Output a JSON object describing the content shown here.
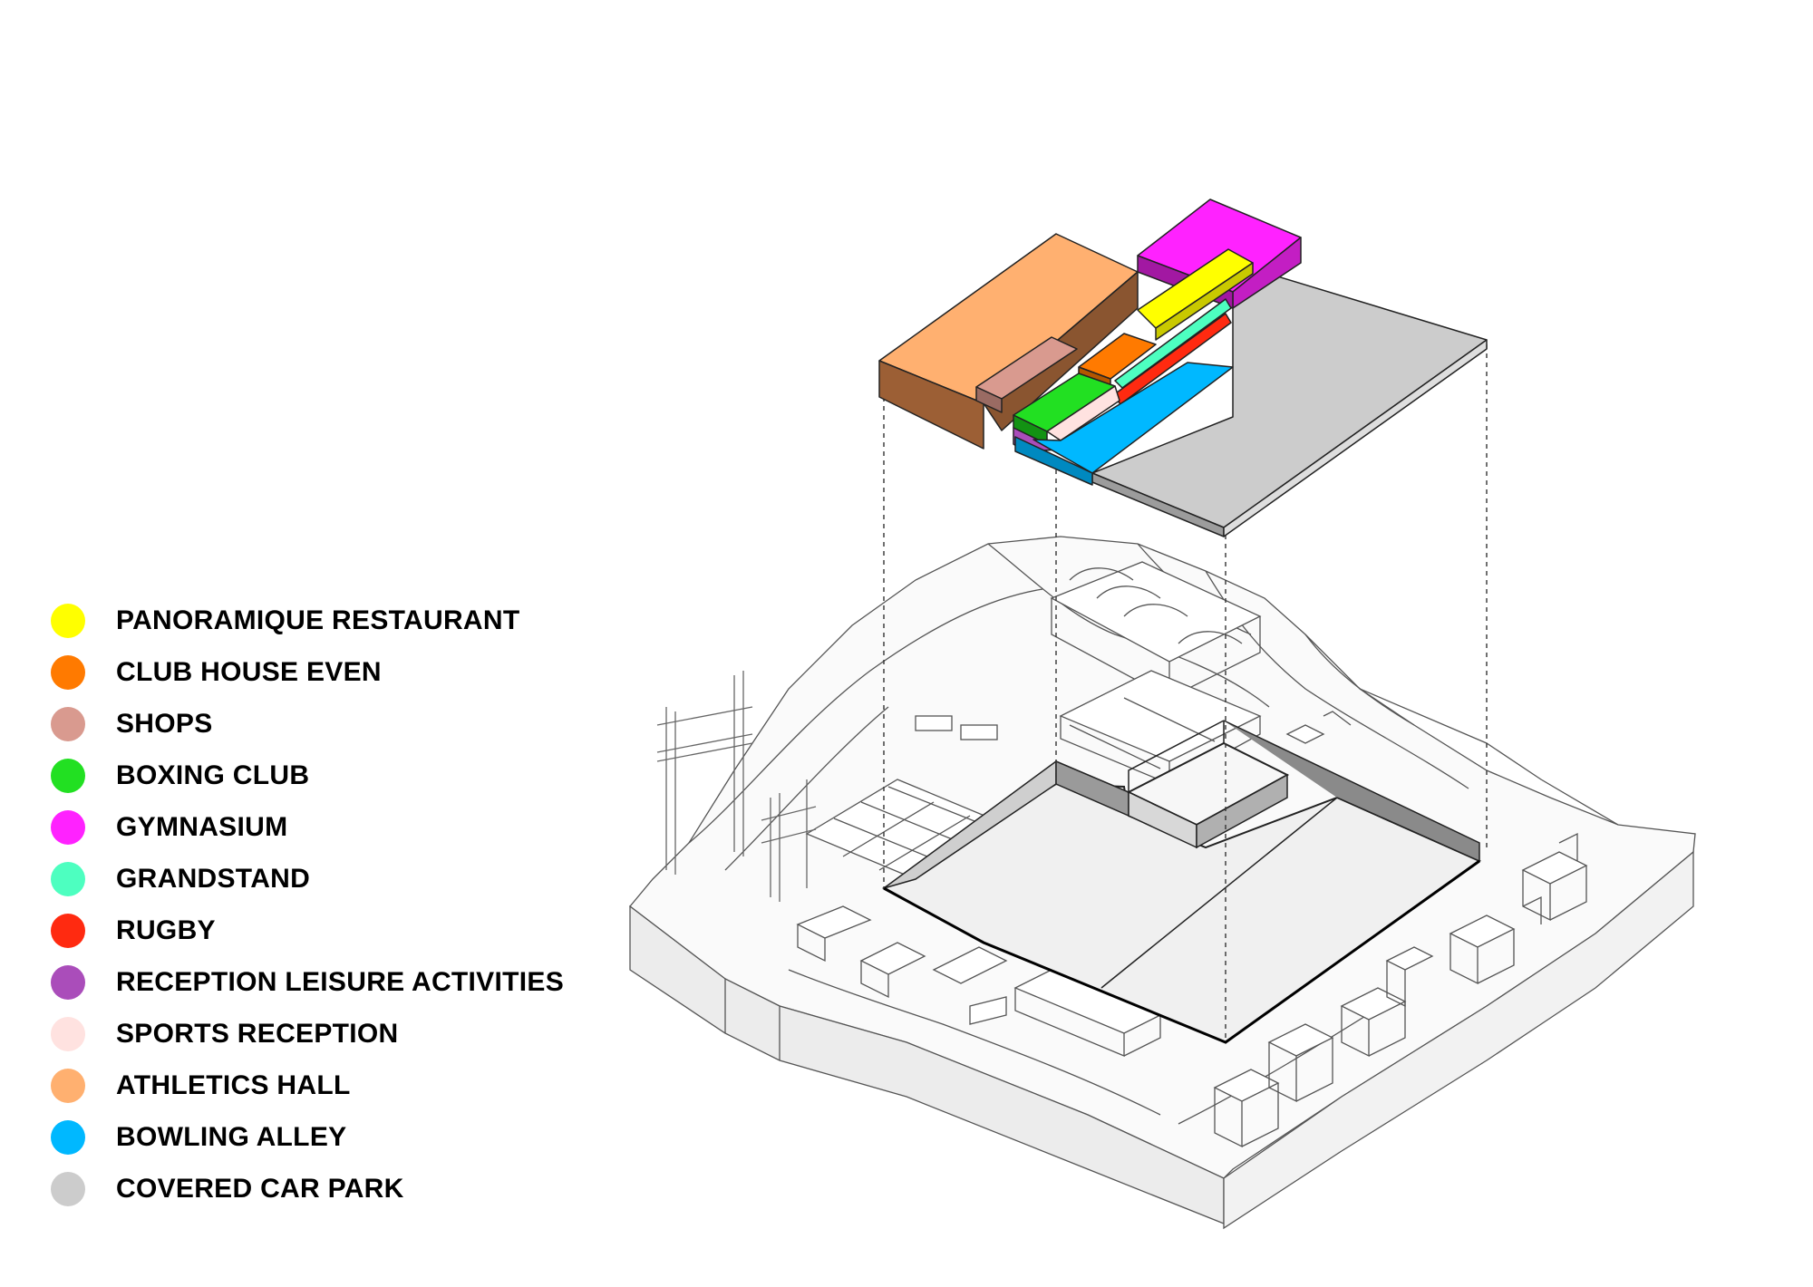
{
  "legend": [
    {
      "label": "PANORAMIQUE RESTAURANT",
      "color": "#ffff00",
      "key": "restaurant"
    },
    {
      "label": "CLUB HOUSE EVEN",
      "color": "#ff7a00",
      "key": "clubhouse"
    },
    {
      "label": "SHOPS",
      "color": "#d99a8f",
      "key": "shops"
    },
    {
      "label": "BOXING CLUB",
      "color": "#22e022",
      "key": "boxing"
    },
    {
      "label": "GYMNASIUM",
      "color": "#ff22ff",
      "key": "gymnasium"
    },
    {
      "label": "GRANDSTAND",
      "color": "#4dffc0",
      "key": "grandstand"
    },
    {
      "label": "RUGBY",
      "color": "#ff2a10",
      "key": "rugby"
    },
    {
      "label": "RECEPTION LEISURE ACTIVITIES",
      "color": "#aa4dba",
      "key": "reception"
    },
    {
      "label": "SPORTS RECEPTION",
      "color": "#ffe2e0",
      "key": "sports_reception"
    },
    {
      "label": "ATHLETICS HALL",
      "color": "#ffb070",
      "key": "athletics"
    },
    {
      "label": "BOWLING ALLEY",
      "color": "#00b8ff",
      "key": "bowling"
    },
    {
      "label": "COVERED CAR PARK",
      "color": "#cccccc",
      "key": "carpark"
    }
  ]
}
